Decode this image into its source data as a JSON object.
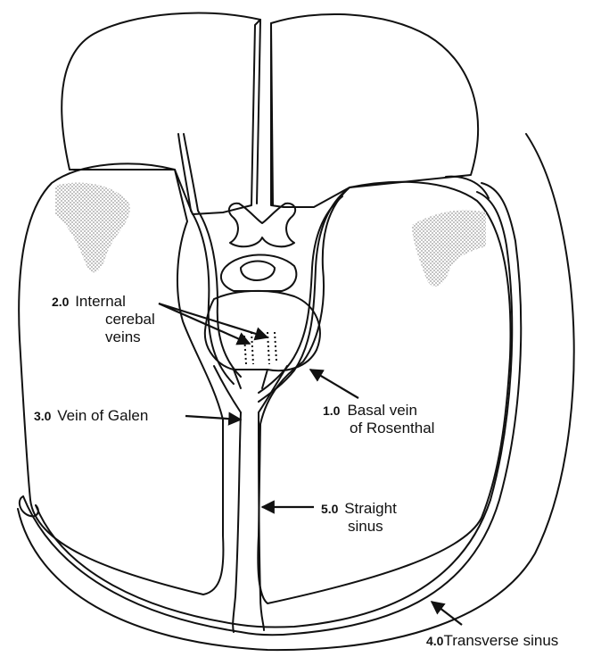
{
  "labels": {
    "internal_cerebral_veins": {
      "number": "2.0",
      "line1": "Internal",
      "line2": "cerebal",
      "line3": "veins"
    },
    "vein_of_galen": {
      "number": "3.0",
      "text": "Vein of Galen"
    },
    "basal_vein": {
      "number": "1.0",
      "line1": "Basal vein",
      "line2": "of Rosenthal"
    },
    "straight_sinus": {
      "number": "5.0",
      "line1": "Straight",
      "line2": "sinus"
    },
    "transverse_sinus": {
      "number": "4.0",
      "text": "Transverse sinus"
    }
  },
  "colors": {
    "ink": "#111111",
    "shade": "#b9b9b9"
  }
}
